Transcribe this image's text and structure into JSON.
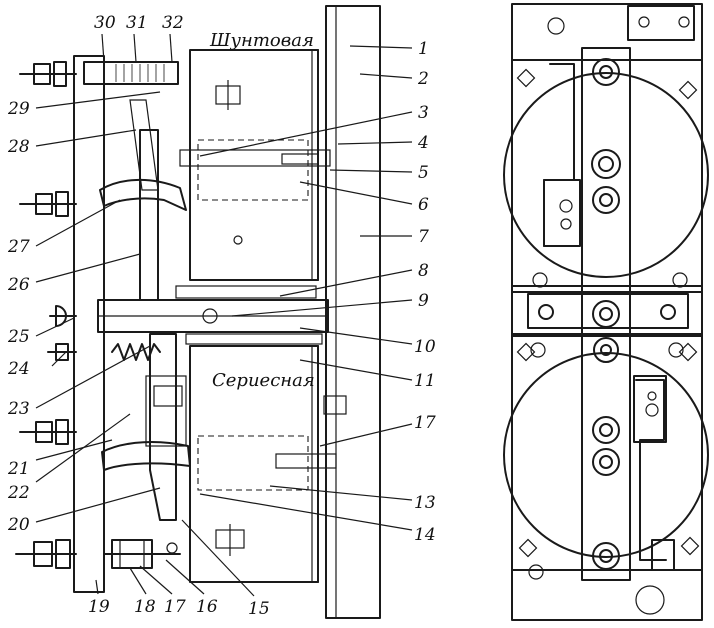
{
  "labels": {
    "coil_top": "Шунтовая",
    "coil_bottom": "Сериесная"
  },
  "callouts": {
    "n1": "1",
    "n2": "2",
    "n3": "3",
    "n4": "4",
    "n5": "5",
    "n6": "6",
    "n7": "7",
    "n8": "8",
    "n9": "9",
    "n10": "10",
    "n11": "11",
    "n13": "13",
    "n14": "14",
    "n15": "15",
    "n16": "16",
    "n17a": "17",
    "n17b": "17",
    "n18": "18",
    "n19": "19",
    "n20": "20",
    "n21": "21",
    "n22": "22",
    "n23": "23",
    "n24": "24",
    "n25": "25",
    "n26": "26",
    "n27": "27",
    "n28": "28",
    "n29": "29",
    "n30": "30",
    "n31": "31",
    "n32": "32"
  },
  "colors": {
    "ink": "#1a1a1a",
    "paper": "#ffffff"
  }
}
